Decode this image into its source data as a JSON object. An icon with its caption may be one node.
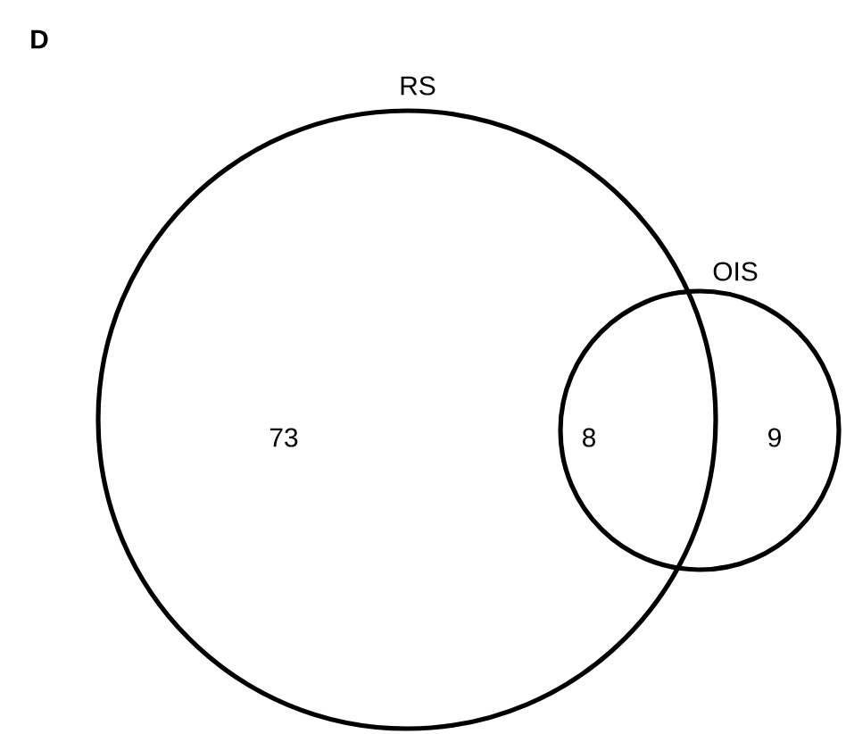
{
  "diagram": {
    "title": "D",
    "nodes": [
      {
        "text": [
          "RS"
        ]
      },
      {
        "text": [
          "OIS"
        ]
      }
    ],
    "labels": [
      "73",
      "8",
      "9"
    ]
  }
}
